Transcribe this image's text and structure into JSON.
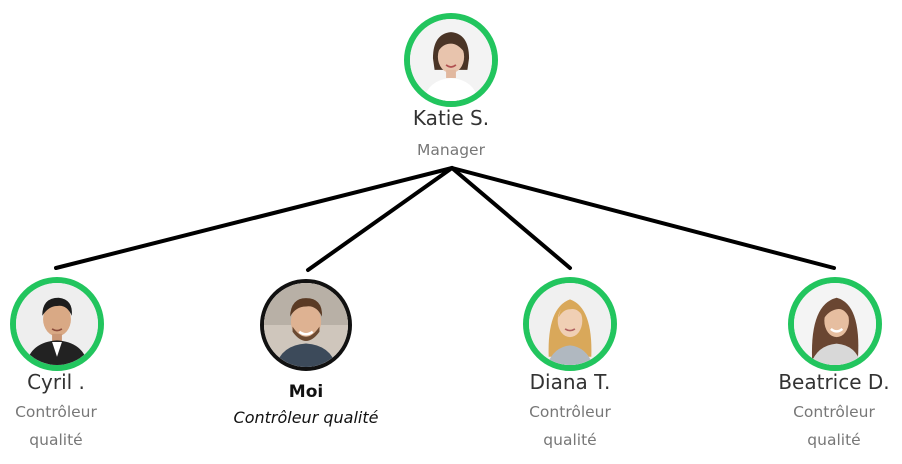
{
  "colors": {
    "avatar_ring": "#22c55e",
    "self_ring": "#111111",
    "connector": "#000000"
  },
  "manager": {
    "name": "Katie S.",
    "role": "Manager",
    "icon": "woman-portrait"
  },
  "reports": [
    {
      "name": "Cyril .",
      "role_line1": "Contrôleur",
      "role_line2": "qualité",
      "icon": "man-portrait"
    },
    {
      "name": "Moi",
      "role": "Contrôleur qualité",
      "icon": "man-portrait",
      "is_self": true
    },
    {
      "name": "Diana T.",
      "role_line1": "Contrôleur",
      "role_line2": "qualité",
      "icon": "woman-portrait"
    },
    {
      "name": "Beatrice D.",
      "role_line1": "Contrôleur",
      "role_line2": "qualité",
      "icon": "woman-portrait"
    }
  ]
}
